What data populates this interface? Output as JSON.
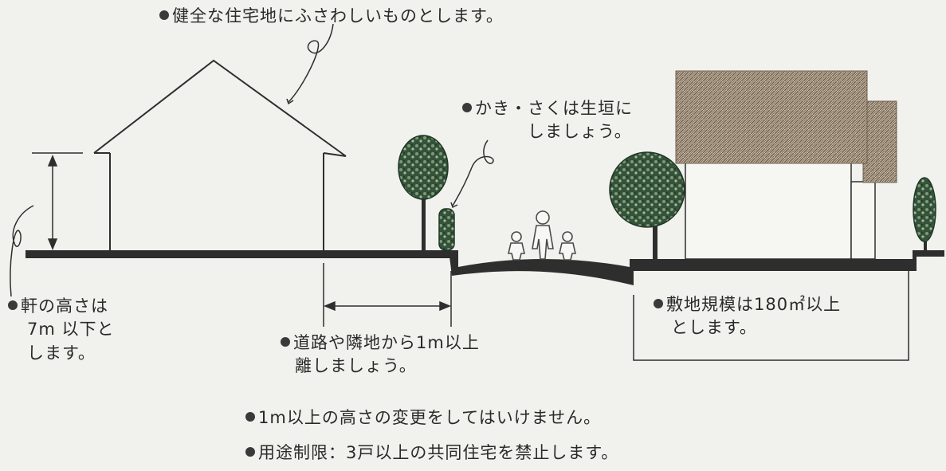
{
  "annotations": {
    "healthy_residential": "健全な住宅地にふさわしいものとします。",
    "fence_hedge_line1": "かき・さくは生垣に",
    "fence_hedge_line2": "しましょう。",
    "eave_height_line1": "軒の高さは",
    "eave_height_line2": "7m 以下と",
    "eave_height_line3": "します。",
    "setback_line1": "道路や隣地から1m以上",
    "setback_line2": "離しましょう。",
    "site_size_line1": "敷地規模は180㎡以上",
    "site_size_line2": "とします。",
    "no_height_change": "1m以上の高さの変更をしてはいけません。",
    "use_restriction": "用途制限：3戸以上の共同住宅を禁止します。"
  },
  "colors": {
    "ink": "#2e2e2e",
    "tree_dark": "#2f4a35",
    "tree_light": "#5d7a57",
    "building_hatch": "#8c7a66",
    "background": "#f1f2ed"
  }
}
